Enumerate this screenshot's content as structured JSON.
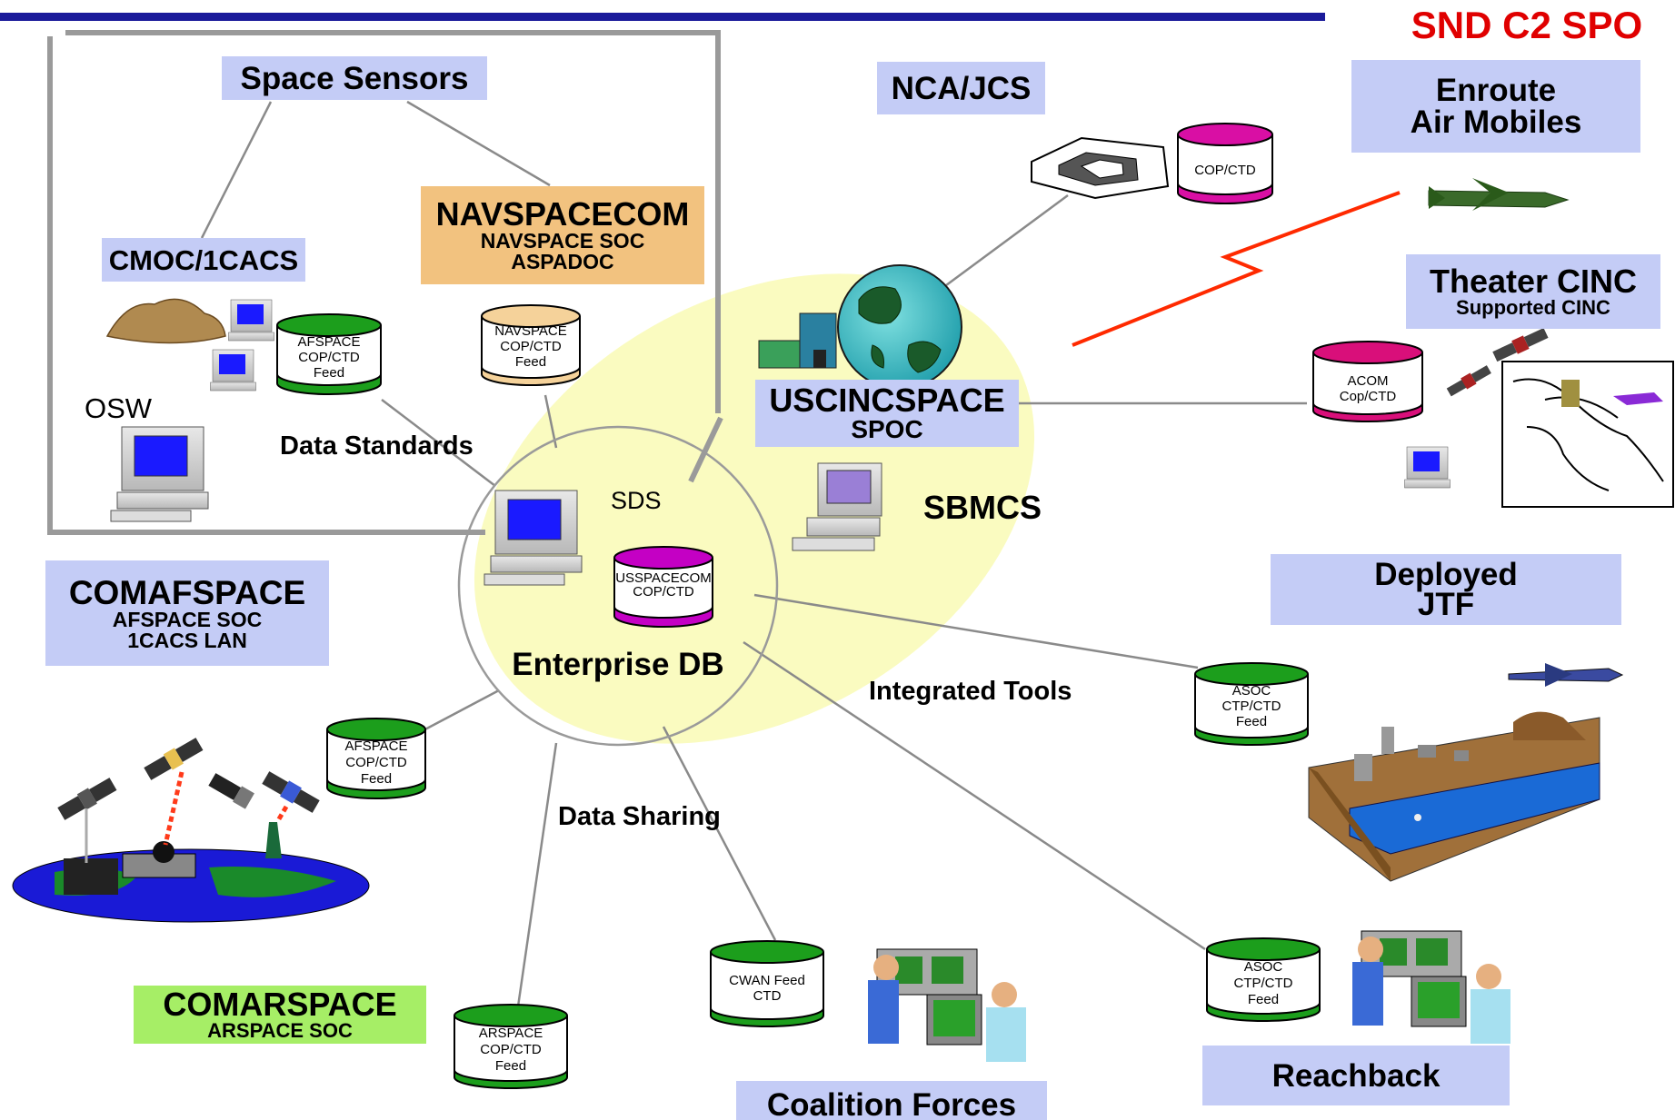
{
  "header": {
    "title": "SND C2 SPO"
  },
  "labels": {
    "space_sensors": "Space Sensors",
    "cmoc": "CMOC/1CACS",
    "navspacecom": {
      "title": "NAVSPACECOM",
      "line1": "NAVSPACE SOC",
      "line2": "ASPADOC"
    },
    "osw": "OSW",
    "data_standards": "Data Standards",
    "comafspace": {
      "title": "COMAFSPACE",
      "line1": "AFSPACE SOC",
      "line2": "1CACS LAN"
    },
    "nca_jcs": "NCA/JCS",
    "enroute": {
      "line1": "Enroute",
      "line2": "Air Mobiles"
    },
    "theater": {
      "title": "Theater CINC",
      "sub": "Supported CINC"
    },
    "uscincspace": {
      "title": "USCINCSPACE",
      "sub": "SPOC"
    },
    "sbmcs": "SBMCS",
    "sds": "SDS",
    "enterprise_db": "Enterprise DB",
    "deployed_jtf": {
      "line1": "Deployed",
      "line2": "JTF"
    },
    "integrated_tools": "Integrated Tools",
    "data_sharing": "Data Sharing",
    "comarspace": {
      "title": "COMARSPACE",
      "sub": "ARSPACE SOC"
    },
    "coalition": "Coalition Forces",
    "reachback": "Reachback"
  },
  "databases": {
    "afspace_top": {
      "l1": "AFSPACE",
      "l2": "COP/CTD",
      "l3": "Feed",
      "color": "#1c9e1c"
    },
    "navspace": {
      "l1": "NAVSPACE",
      "l2": "COP/CTD",
      "l3": "Feed",
      "color": "#f5d29a"
    },
    "ncajcs": {
      "l1": "COP/CTD",
      "color": "#d90fa4"
    },
    "usspacecom": {
      "l1": "USSPACECOM",
      "l2": "COP/CTD",
      "color": "#c400c4"
    },
    "acom": {
      "l1": "ACOM",
      "l2": "Cop/CTD",
      "color": "#d90f7a"
    },
    "afspace_bottom": {
      "l1": "AFSPACE",
      "l2": "COP/CTD",
      "l3": "Feed",
      "color": "#1c9e1c"
    },
    "asoc_jtf": {
      "l1": "ASOC",
      "l2": "CTP/CTD",
      "l3": "Feed",
      "color": "#1c9e1c"
    },
    "cwan": {
      "l1": "CWAN Feed",
      "l2": "CTD",
      "color": "#1c9e1c"
    },
    "arspace": {
      "l1": "ARSPACE",
      "l2": "COP/CTD",
      "l3": "Feed",
      "color": "#1c9e1c"
    },
    "asoc_reach": {
      "l1": "ASOC",
      "l2": "CTP/CTD",
      "l3": "Feed",
      "color": "#1c9e1c"
    }
  },
  "colors": {
    "title_red": "#e00000",
    "header_bar": "#1a1a9a",
    "ellipse": "#fafbc0",
    "link": "#ff2a00",
    "lavender_box": "#c4ccf6"
  }
}
